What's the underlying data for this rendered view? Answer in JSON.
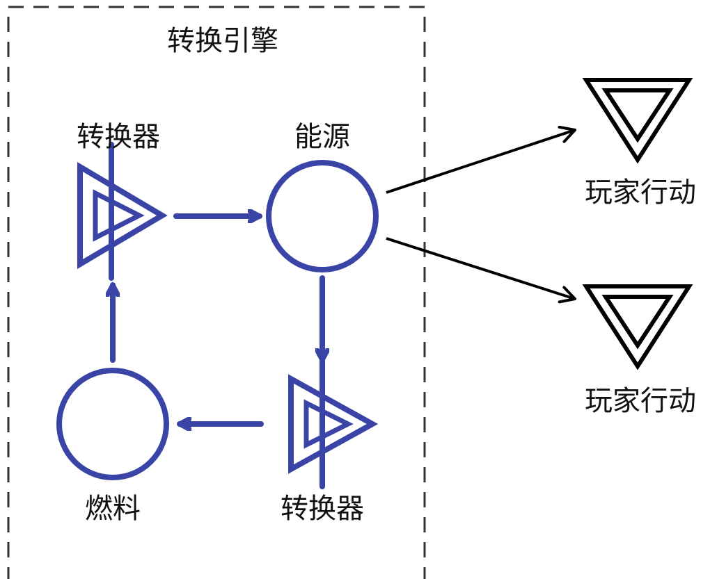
{
  "engine": {
    "title": "转换引擎"
  },
  "nodes": {
    "converter_top": {
      "label": "转换器"
    },
    "energy": {
      "label": "能源"
    },
    "fuel": {
      "label": "燃料"
    },
    "converter_bottom": {
      "label": "转换器"
    }
  },
  "player_actions": [
    {
      "label": "玩家行动"
    },
    {
      "label": "玩家行动"
    }
  ],
  "colors": {
    "engine_elements": "#3a44a6",
    "outputs": "#000000",
    "boundary": "#333333"
  }
}
